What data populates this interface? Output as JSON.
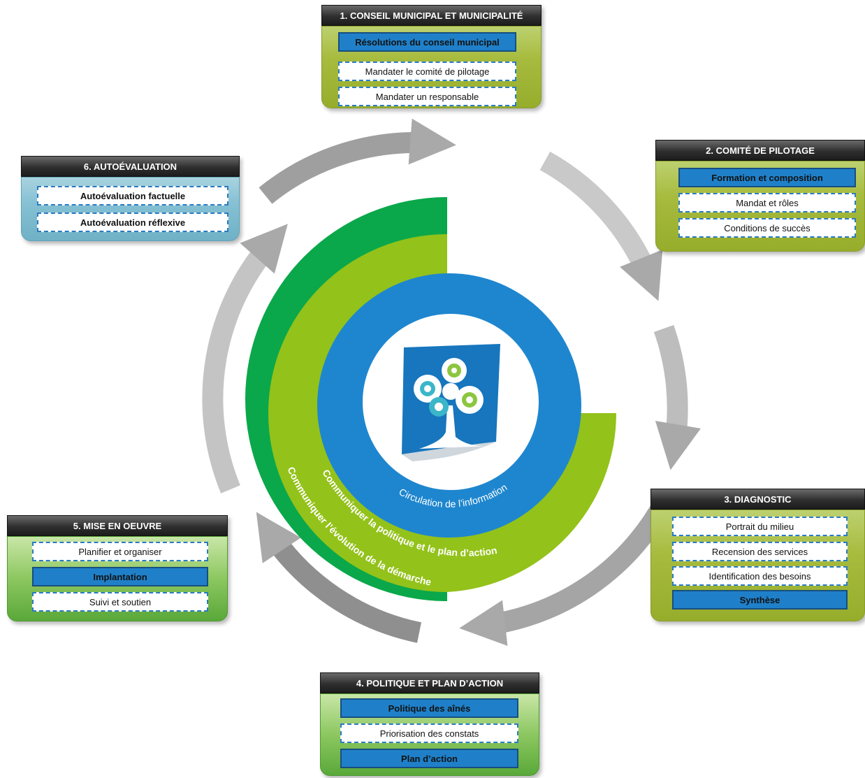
{
  "boxes": {
    "b1": {
      "title": "1. CONSEIL MUNICIPAL ET MUNICIPALITÉ",
      "items": [
        "Résolutions du conseil municipal",
        "Mandater le comité de pilotage",
        "Mandater un responsable"
      ]
    },
    "b2": {
      "title": "2. COMITÉ DE PILOTAGE",
      "items": [
        "Formation et composition",
        "Mandat et rôles",
        "Conditions de succès"
      ]
    },
    "b3": {
      "title": "3. DIAGNOSTIC",
      "items": [
        "Portrait du milieu",
        "Recension des services",
        "Identification des besoins",
        "Synthèse"
      ]
    },
    "b4": {
      "title": "4. POLITIQUE ET PLAN D’ACTION",
      "items": [
        "Politique des aînés",
        "Priorisation des constats",
        "Plan d’action"
      ]
    },
    "b5": {
      "title": "5. MISE EN OEUVRE",
      "items": [
        "Planifier et organiser",
        "Implantation",
        "Suivi et soutien"
      ]
    },
    "b6": {
      "title": "6. AUTOÉVALUATION",
      "items": [
        "Autoévaluation factuelle",
        "Autoévaluation réflexive"
      ]
    }
  },
  "rings": {
    "inner": "Circulation de l’information",
    "middle": "Communiquer la politique et le plan d’action",
    "outer": "Communiquer l’évolution de la démarche"
  },
  "logo": "tree-logo",
  "colors": {
    "ring_outer": "#0aa84a",
    "ring_middle": "#93c21a",
    "ring_inner": "#1e86cf",
    "arrows": "#a7a7a7",
    "item_highlight": "#1f80c9"
  }
}
